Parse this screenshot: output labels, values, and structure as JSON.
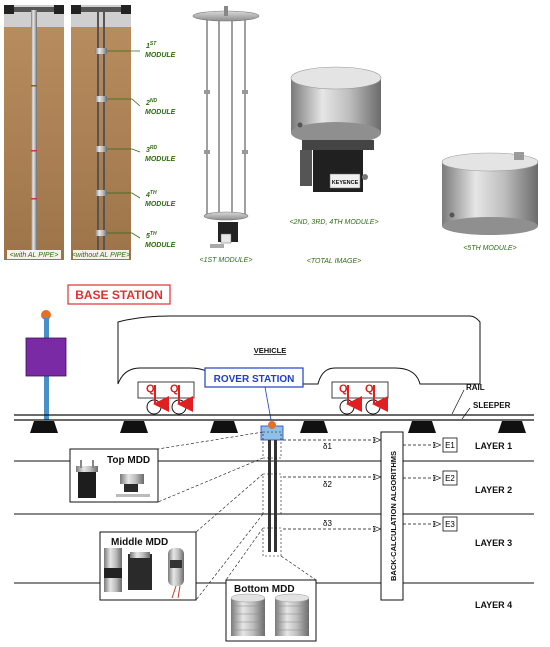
{
  "top_panel": {
    "module_labels": [
      {
        "number": "1",
        "suffix": "ST",
        "word": "MODULE"
      },
      {
        "number": "2",
        "suffix": "ND",
        "word": "MODULE"
      },
      {
        "number": "3",
        "suffix": "RD",
        "word": "MODULE"
      },
      {
        "number": "4",
        "suffix": "TH",
        "word": "MODULE"
      },
      {
        "number": "5",
        "suffix": "TH",
        "word": "MODULE"
      }
    ],
    "captions": {
      "with_pipe": "<with AL PIPE>",
      "without_pipe": "<without AL PIPE>",
      "first_module": "<1ST MODULE>",
      "total_image": "<TOTAL IMAGE>",
      "middle_modules": "<2ND, 3RD, 4TH MODULE>",
      "fifth_module": "<5TH MODULE>"
    },
    "sensor_brand": "KEYENCE"
  },
  "diagram": {
    "base_station": "BASE STATION",
    "vehicle": "VEHICLE",
    "rover_station": "ROVER STATION",
    "rail": "RAIL",
    "sleeper": "SLEEPER",
    "load_symbol": "Q",
    "algorithm": "BACK-CALCULATION  ALGORITHMS",
    "layers": [
      "LAYER 1",
      "LAYER 2",
      "LAYER 3",
      "LAYER 4"
    ],
    "deflections": [
      "δ1",
      "δ2",
      "δ3"
    ],
    "moduli": [
      "E1",
      "E2",
      "E3"
    ],
    "insets": {
      "top": "Top MDD",
      "middle": "Middle MDD",
      "bottom": "Bottom MDD"
    }
  },
  "colors": {
    "soil": "#a57c52",
    "module_text": "#2f6b12",
    "base_label": "#e03030",
    "rover_label": "#1f3fc4",
    "base_box": "#7b2aa6",
    "load_arrow": "#e02020",
    "pole": "#4a90c8"
  }
}
